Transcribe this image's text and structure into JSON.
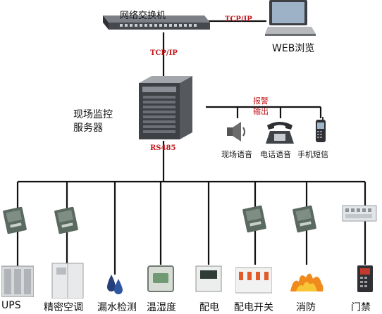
{
  "switch": {
    "label": "网络交换机"
  },
  "web": {
    "label": "WEB浏览"
  },
  "links": {
    "top": "TCP/IP",
    "mid": "TCP/IP",
    "rs485": "RS485"
  },
  "server": {
    "line1": "现场监控",
    "line2": "服务器"
  },
  "alarm": {
    "line1": "报警",
    "line2": "输出"
  },
  "outputs": {
    "speaker": "现场语音",
    "phone": "电话语音",
    "mobile": "手机短信"
  },
  "devices": {
    "ups": "UPS",
    "precision_ac": "精密空调",
    "leak": "漏水检测",
    "th": "温湿度",
    "power": "配电",
    "switchgear": "配电开关",
    "fire": "消防",
    "access": "门禁"
  },
  "icons": {
    "switch": "network-switch-icon",
    "laptop": "laptop-icon",
    "server": "tower-server-icon",
    "speaker": "speaker-icon",
    "phone": "telephone-icon",
    "mobile": "mobile-phone-icon",
    "module": "io-module-icon",
    "ups": "ups-cabinet-icon",
    "ac": "air-conditioner-icon",
    "water": "water-drop-icon",
    "th": "thermo-hygrometer-icon",
    "meter": "power-meter-icon",
    "breaker": "circuit-breaker-icon",
    "fire": "fire-icon",
    "access": "access-control-icon"
  },
  "colors": {
    "link_text": "#c0181c",
    "line": "#111111"
  }
}
